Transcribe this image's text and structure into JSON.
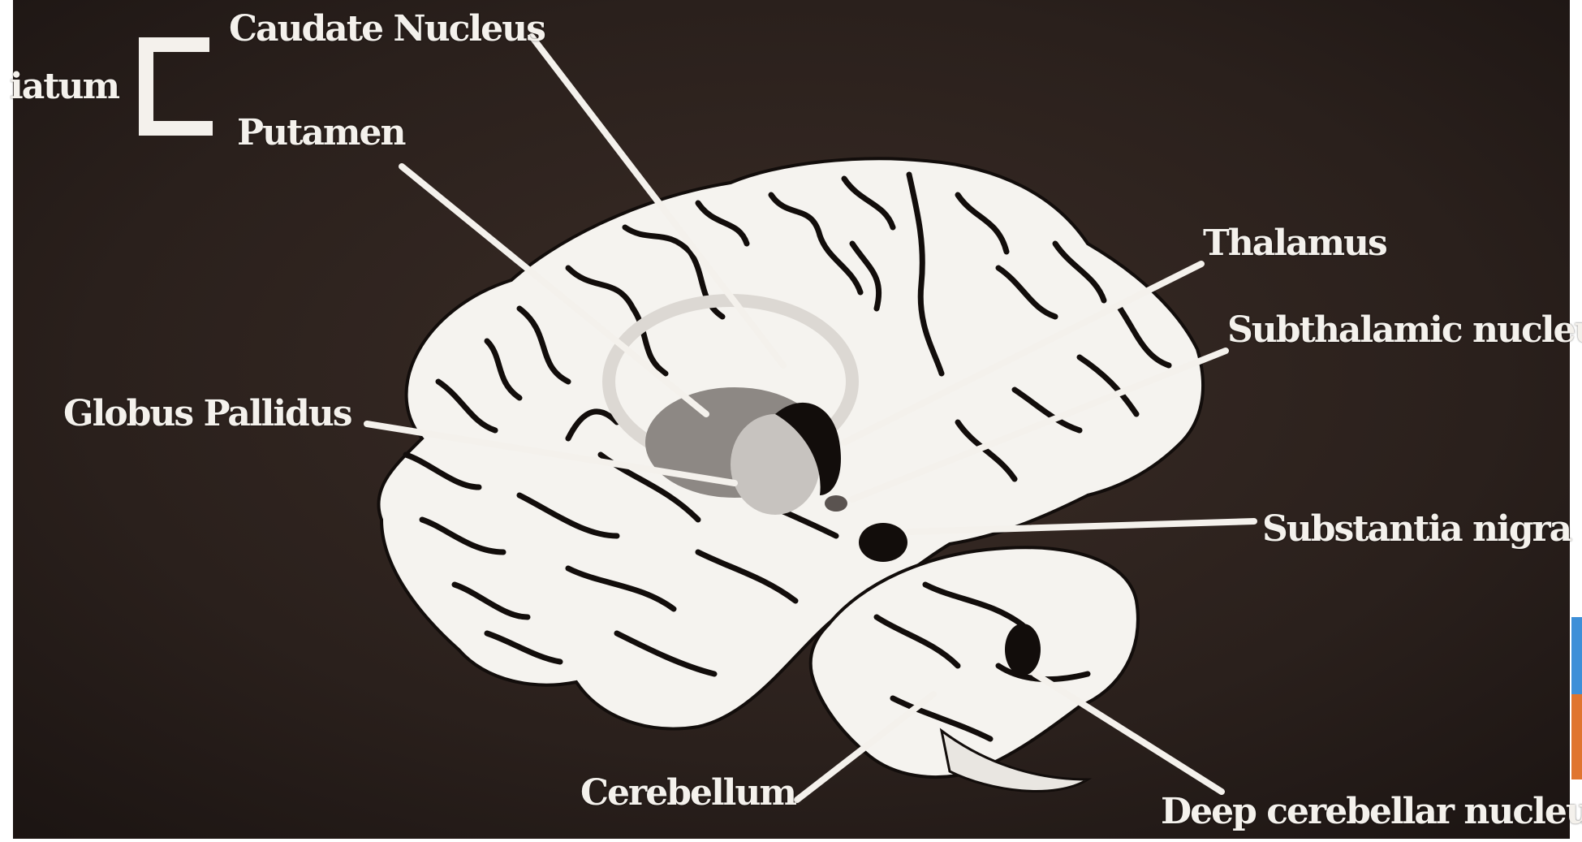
{
  "labels": {
    "striatum_partial": "iatum",
    "caudate": "Caudate Nucleus",
    "putamen": "Putamen",
    "globus_pallidus": "Globus Pallidus",
    "thalamus": "Thalamus",
    "subthalamic": "Subthalamic nucleu",
    "substantia_nigra": "Substantia nigra",
    "cerebellum": "Cerebellum",
    "deep_cerebellar": "Deep cerebellar nucleus"
  },
  "colors": {
    "background": "#2a201c",
    "brain_fill": "#f5f3ef",
    "sulcus": "#120d0b",
    "label_text": "#f4f1ec",
    "pointer": "#f4f1ec",
    "putamen": "#8d8884",
    "globus_pallidus": "#c7c3bf",
    "caudate_arc": "#dcd8d3",
    "thalamus": "#120d0b",
    "substantia_nigra": "#120d0b",
    "deep_cerebellar_nucleus": "#120d0b",
    "edge_accent_blue": "#3d8fd8",
    "edge_accent_orange": "#e0752f"
  }
}
